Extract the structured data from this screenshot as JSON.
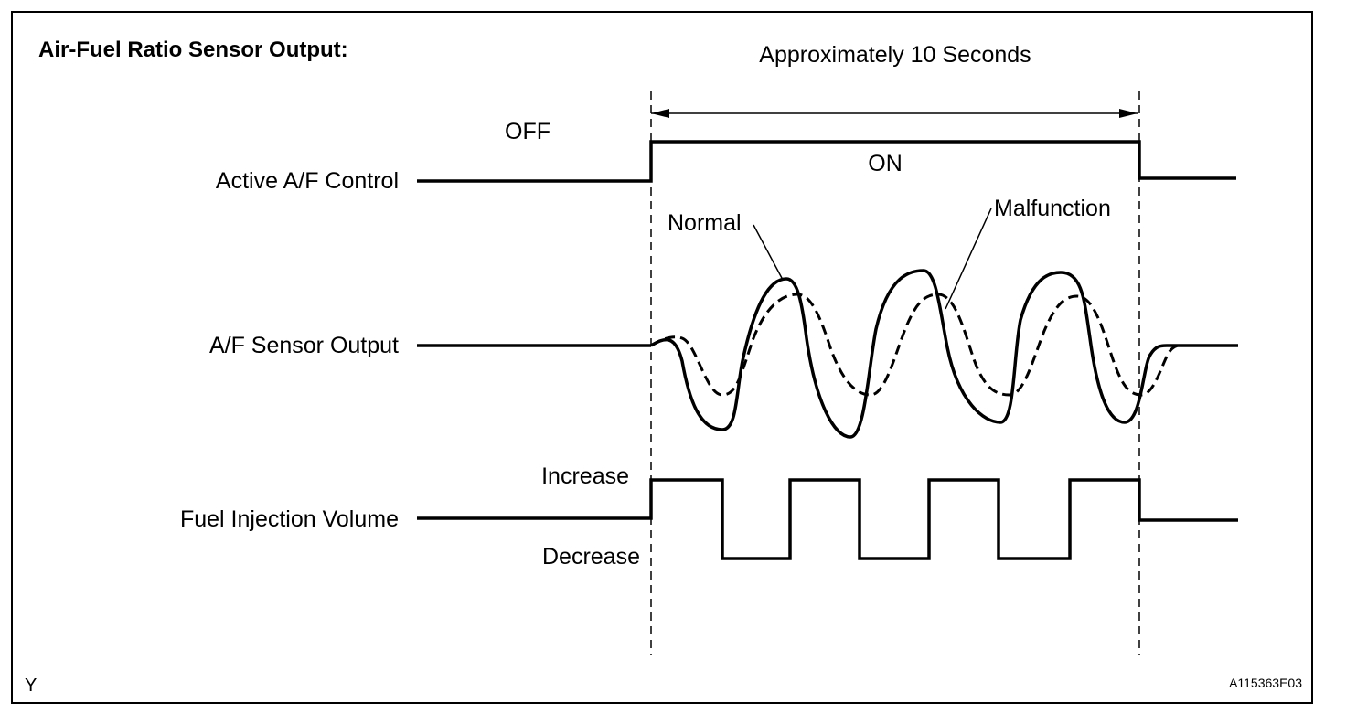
{
  "diagram": {
    "title": "Air-Fuel Ratio Sensor Output:",
    "duration_label": "Approximately 10 Seconds",
    "off_label": "OFF",
    "on_label": "ON",
    "rows": {
      "active_af_control": "Active A/F Control",
      "af_sensor_output": "A/F Sensor Output",
      "fuel_injection_volume": "Fuel Injection Volume"
    },
    "curve_labels": {
      "normal": "Normal",
      "malfunction": "Malfunction"
    },
    "injection_levels": {
      "increase": "Increase",
      "decrease": "Decrease"
    },
    "corner_left": "Y",
    "corner_right": "A115363E03"
  }
}
